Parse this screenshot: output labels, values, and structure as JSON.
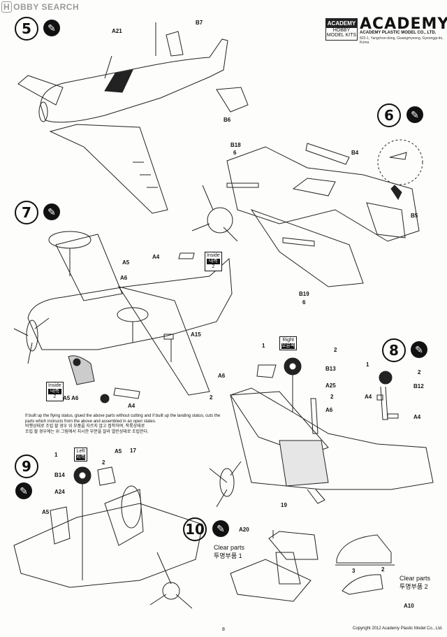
{
  "watermark": {
    "badge": "H",
    "text": "OBBY SEARCH"
  },
  "brand": {
    "box_label": "ACADEMY",
    "box_sub": "HOBBY MODEL KITS",
    "name": "ACADEMY",
    "company": "ACADEMY PLASTIC MODEL CO., LTD.",
    "address": "823-1, Yangchon-dong, Gwangmyeong, Gyeonggi-do, Korea"
  },
  "steps": {
    "s5": "5",
    "s6": "6",
    "s7": "7",
    "s8": "8",
    "s9": "9",
    "s10": "10"
  },
  "glue_icon": "glue-icon",
  "parts": {
    "a21": "A21",
    "b7": "B7",
    "b6": "B6",
    "b18": "B18",
    "b4": "B4",
    "b5": "B5",
    "b19": "B19",
    "a4_top": "A4",
    "a5_top": "A5",
    "a6_top": "A6",
    "a15": "A15",
    "a5_a6": "A5  A6",
    "a4_bottom": "A4",
    "b13": "B13",
    "a25": "A25",
    "a6_mid": "A6",
    "a6_right": "A6",
    "b12": "B12",
    "a4_r1": "A4",
    "a4_r2": "A4",
    "a5_9": "A5",
    "b14": "B14",
    "a24": "A24",
    "a5_9b": "A5",
    "a20": "A20",
    "a10": "A10"
  },
  "counts": {
    "n6": "6",
    "n6b": "6",
    "n2": "2",
    "n2b": "2",
    "n1": "1",
    "n2c": "2",
    "n2d": "2",
    "n1b": "1",
    "n1c": "1",
    "n2e": "2",
    "n19": "19",
    "n17": "17",
    "n3": "3",
    "n2f": "2"
  },
  "labels": {
    "inside_en": "Inside",
    "inside_kr": "내측",
    "inside_num": "2",
    "inside2_en": "Inside",
    "inside2_kr": "내측",
    "inside2_num": "2",
    "right_en": "Right",
    "right_kr": "오른쪽",
    "left_en": "Left",
    "left_kr": "외측"
  },
  "note": {
    "en": "If built up the flying status, glued the above parts without cutting and if built up the landing status, cuts the parts which instructs from the above and assembled in an open states.",
    "kr1": "비행상태로 조립 할 경우 위 부품을 자르지 않고 접착하며, 착륙상태로",
    "kr2": "조립 할 경우에는 위 그림에서 지시한 부분을 잘라 열린상태로 조립한다."
  },
  "clear1": {
    "en": "Clear parts",
    "kr": "투명부품 1"
  },
  "clear2": {
    "en": "Clear parts",
    "kr": "투명부품 2"
  },
  "footer": {
    "page": "8",
    "copyright": "Copyright 2012 Academy Plastic Model Co., Ltd."
  }
}
